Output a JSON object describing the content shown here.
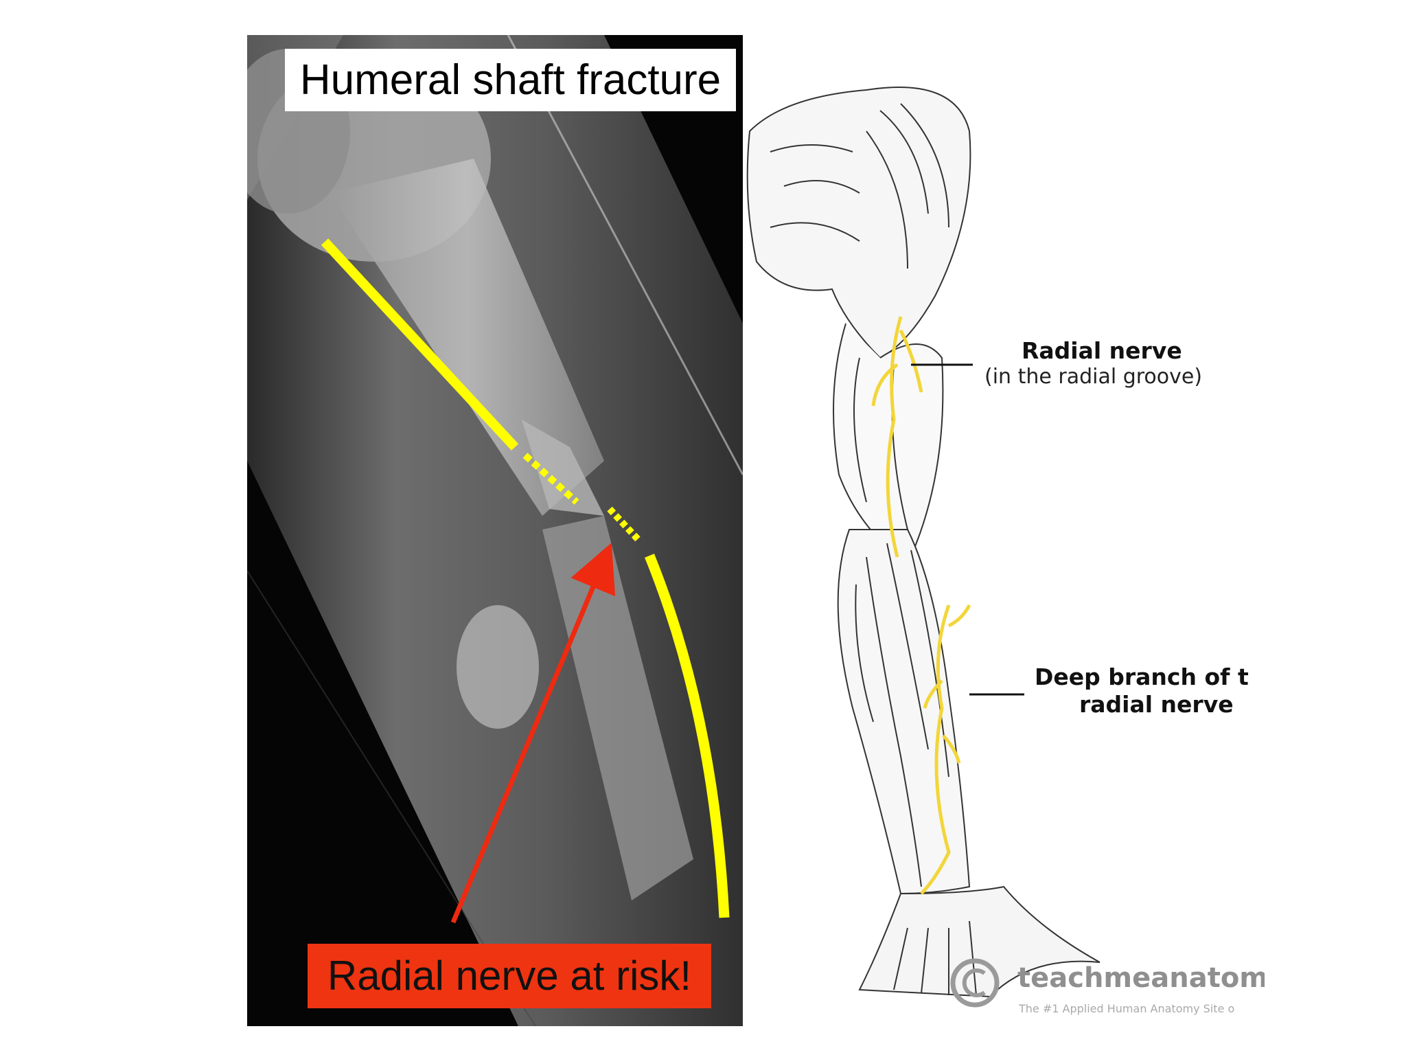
{
  "xray": {
    "title": "Humeral shaft fracture",
    "callout": "Radial nerve at risk!",
    "colors": {
      "nerve_line": "#ffff00",
      "arrow": "#ee2a10",
      "callout_bg": "#ef3411"
    }
  },
  "anatomy": {
    "labels": {
      "radial_nerve": "Radial nerve",
      "radial_nerve_sub": "(in the radial groove)",
      "deep_branch_line1": "Deep branch of t",
      "deep_branch_line2": "radial nerve"
    },
    "watermark": {
      "brand": "teachmeanatomy",
      "tagline": "The #1 Applied Human Anatomy Site o",
      "icon": "copyright-icon"
    },
    "colors": {
      "nerve": "#f2d63a"
    }
  }
}
